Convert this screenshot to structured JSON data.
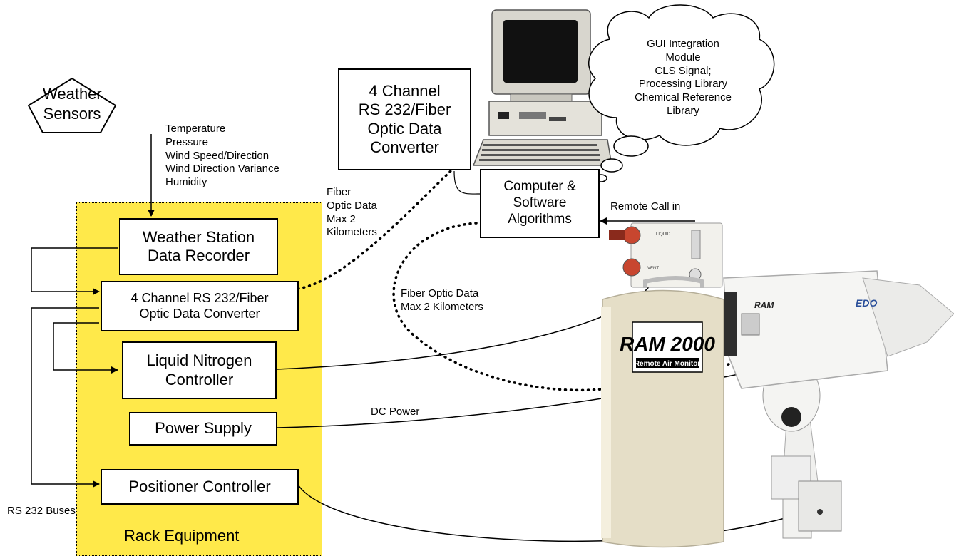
{
  "weather_sensors": "Weather\nSensors",
  "sensor_readings": "Temperature\nPressure\nWind Speed/Direction\nWind Direction Variance\nHumidity",
  "rack": {
    "label": "Rack Equipment",
    "weather_station": "Weather Station\nData Recorder",
    "converter": "4 Channel RS 232/Fiber\nOptic Data Converter",
    "ln2_controller": "Liquid Nitrogen\nController",
    "power_supply": "Power Supply",
    "positioner": "Positioner Controller"
  },
  "rs232_label": "RS 232 Buses",
  "remote_converter": "4 Channel\nRS 232/Fiber\nOptic Data\nConverter",
  "computer_box": "Computer &\nSoftware\nAlgorithms",
  "cloud_text": "GUI Integration\nModule\nCLS Signal;\nProcessing Library\nChemical Reference\nLibrary",
  "fiber_label_1": "Fiber\nOptic Data\nMax 2\nKilometers",
  "fiber_label_2": "Fiber Optic Data\nMax 2 Kilometers",
  "remote_call": "Remote Call in",
  "dc_power": "DC Power",
  "dewar_logo_big": "RAM 2000",
  "dewar_logo_sub": "Remote Air Monitor",
  "dewar_valve_1": "LIQUID",
  "dewar_valve_2": "VENT",
  "instrument_brand": "EDO",
  "instrument_logo": "RAM"
}
